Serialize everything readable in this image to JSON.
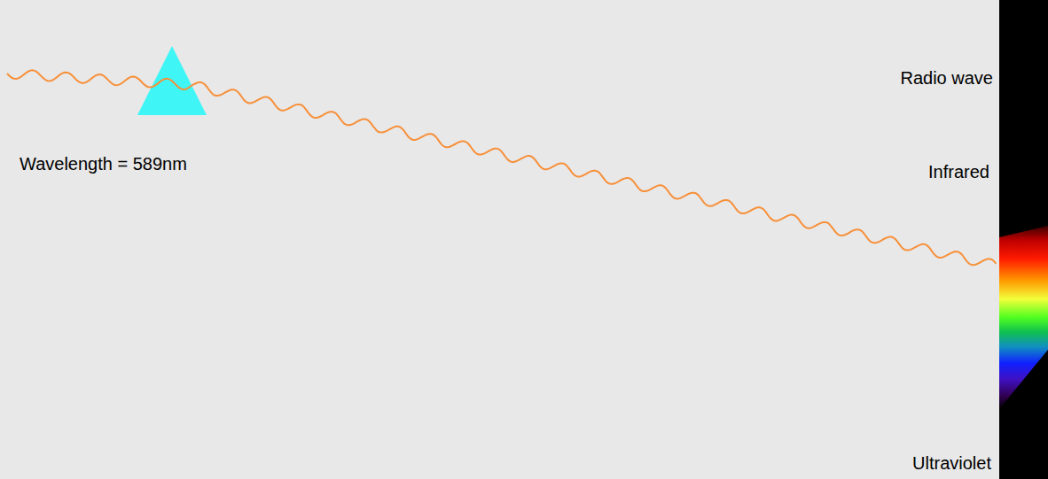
{
  "diagram": {
    "labels": [
      "Wavelength = 589nm",
      "Radio wave",
      "Infrared",
      "Ultraviolet"
    ]
  }
}
